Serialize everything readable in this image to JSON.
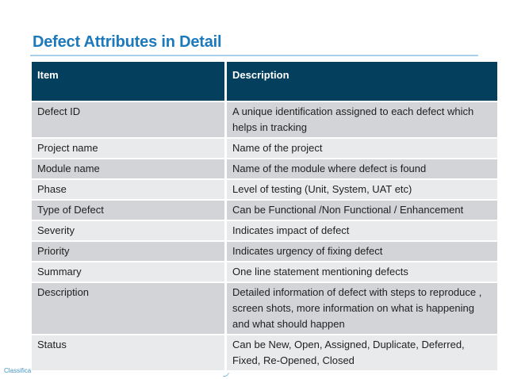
{
  "slide": {
    "title": "Defect Attributes in Detail",
    "footer_left": "Classifica"
  },
  "table": {
    "headers": {
      "item": "Item",
      "description": "Description"
    },
    "rows": [
      {
        "item": "Defect ID",
        "description": "A unique identification assigned to each defect which helps in tracking"
      },
      {
        "item": "Project name",
        "description": "Name of the project"
      },
      {
        "item": "Module name",
        "description": "Name of the module where defect is found"
      },
      {
        "item": "Phase",
        "description": "Level of testing (Unit, System, UAT etc)"
      },
      {
        "item": "Type of Defect",
        "description": "Can be Functional /Non Functional / Enhancement"
      },
      {
        "item": "Severity",
        "description": "Indicates impact of defect"
      },
      {
        "item": "Priority",
        "description": "Indicates urgency of fixing defect"
      },
      {
        "item": "Summary",
        "description": "One line statement mentioning defects"
      },
      {
        "item": "Description",
        "description": "Detailed information of defect with steps to reproduce , screen shots, more information on what is happening and what should happen"
      },
      {
        "item": "Status",
        "description": "Can be New, Open, Assigned, Duplicate, Deferred, Fixed, Re-Opened, Closed"
      }
    ]
  },
  "colors": {
    "title_blue": "#1b79bc",
    "title_rule_blue": "#a9cfe9",
    "header_bg": "#04405e",
    "header_text": "#ffffff",
    "band_dark": "#d2d4d7",
    "band_light": "#e9eaec",
    "body_text": "#1f1f1f",
    "footer_text": "#4596c6"
  }
}
